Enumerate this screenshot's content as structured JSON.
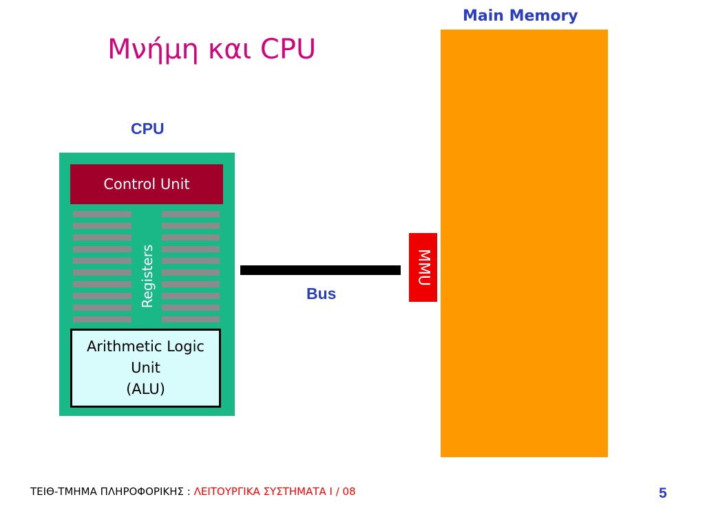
{
  "slide": {
    "title": "Μνήμη και CPU",
    "page_number": "5"
  },
  "cpu": {
    "label": "CPU",
    "control_unit": "Control Unit",
    "registers": "Registers",
    "alu_line1": "Arithmetic Logic",
    "alu_line2": "Unit",
    "alu_line3": "(ALU)"
  },
  "bus": {
    "label": "Bus"
  },
  "memory": {
    "label": "Main Memory",
    "mmu": "MMU"
  },
  "footer": {
    "left": "ΤΕΙΘ-ΤΜΗΜΑ ΠΛΗΡΟΦΟΡΙΚΗΣ : ",
    "right": "ΛΕΙΤΟΥΡΓΙΚΑ ΣΥΣΤΗΜΑΤΑ Ι / 08"
  },
  "colors": {
    "title": "#d1047a",
    "label_blue": "#2b3dbf",
    "cpu_box": "#1ab887",
    "control_unit": "#a1002b",
    "register_bar": "#8b8b8b",
    "alu_fill": "#d8fbfb",
    "memory": "#fe9a00",
    "mmu": "#ef0000",
    "footer_accent": "#ff0000"
  }
}
